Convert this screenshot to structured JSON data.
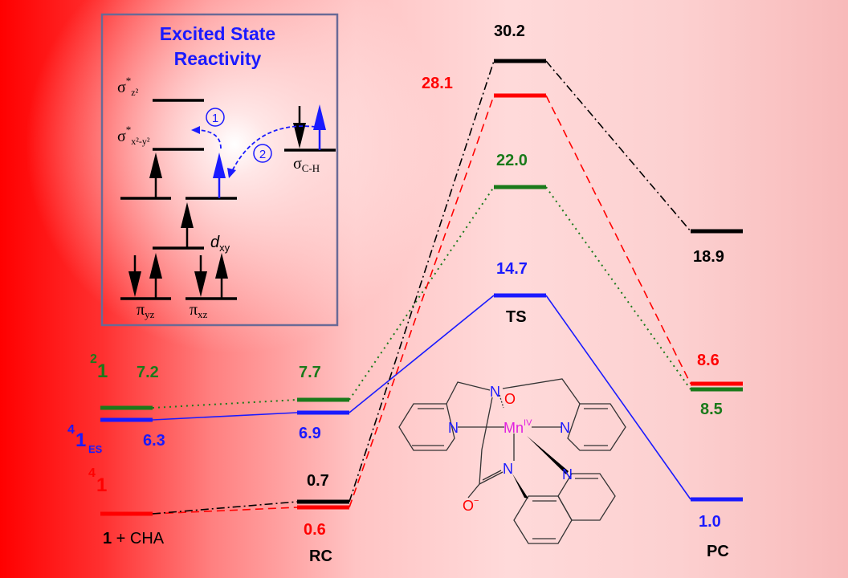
{
  "inset": {
    "title_line1": "Excited State",
    "title_line2": "Reactivity",
    "orbitals": {
      "sigma_z2": "σ",
      "sigma_z2_sup": "*",
      "sigma_z2_sub": "z²",
      "sigma_x2y2": "σ",
      "sigma_x2y2_sup": "*",
      "sigma_x2y2_sub": "x²-y²",
      "dxy": "d",
      "dxy_sub": "xy",
      "pi_yz": "π",
      "pi_yz_sub": "yz",
      "pi_xz": "π",
      "pi_xz_sub": "xz",
      "sigma_ch": "σ",
      "sigma_ch_sub": "C-H"
    },
    "step1": "1",
    "step2": "2"
  },
  "states": {
    "s4_1": {
      "sup": "4",
      "main": "1"
    },
    "s4_1es": {
      "sup": "4",
      "main": "1",
      "sub": "ES"
    },
    "s2_1": {
      "sup": "2",
      "main": "1"
    },
    "reactant_label_num": "1",
    "reactant_label_rest": " + CHA"
  },
  "columns": {
    "rc": "RC",
    "ts": "TS",
    "pc": "PC"
  },
  "energies": {
    "green": {
      "start": "7.2",
      "rc": "7.7",
      "ts": "22.0",
      "pc": "8.5"
    },
    "blue": {
      "start": "6.3",
      "rc": "6.9",
      "ts": "14.7",
      "pc": "1.0"
    },
    "red": {
      "rc": "0.6",
      "ts": "28.1",
      "pc": "8.6"
    },
    "black": {
      "rc": "0.7",
      "ts": "30.2",
      "pc": "18.9"
    }
  },
  "colors": {
    "red": "#ff0000",
    "blue": "#1a1aff",
    "green": "#1a7a1a",
    "black": "#000000"
  },
  "molecule": {
    "mn": "Mn",
    "mn_ox": "IV",
    "oxo": "O",
    "o_minus": "O",
    "o_charge": "−",
    "n": "N"
  }
}
